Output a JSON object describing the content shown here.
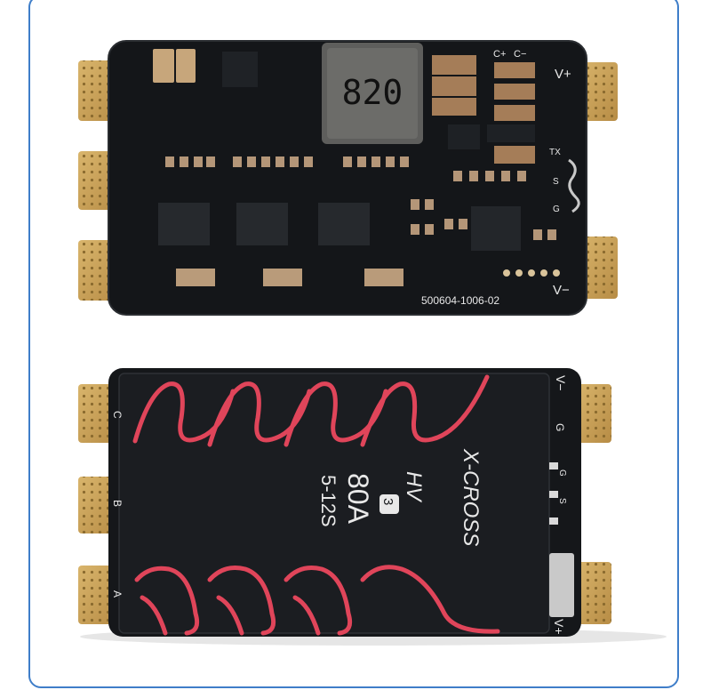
{
  "top_board": {
    "inductor_marking": "820",
    "labels": {
      "cap_plus": "C+",
      "cap_minus": "C−",
      "v_plus": "V+",
      "v_minus": "V−",
      "tx": "TX",
      "s": "S",
      "g": "G"
    },
    "serial": "500604-1006-02"
  },
  "bottom_board": {
    "brand": "X-CROSS",
    "model": "HV",
    "version": "3",
    "current": "80A",
    "cells": "5-12S",
    "phase_labels": [
      "C",
      "B",
      "A"
    ],
    "pin_labels": {
      "v_minus": "V−",
      "g": "G",
      "s": "S",
      "v_plus": "V+"
    }
  },
  "colors": {
    "frame": "#3f7ec9",
    "pcb": "#141619",
    "pad_gold": "#c9a25a",
    "heatsink_wire": "#e0455a"
  }
}
